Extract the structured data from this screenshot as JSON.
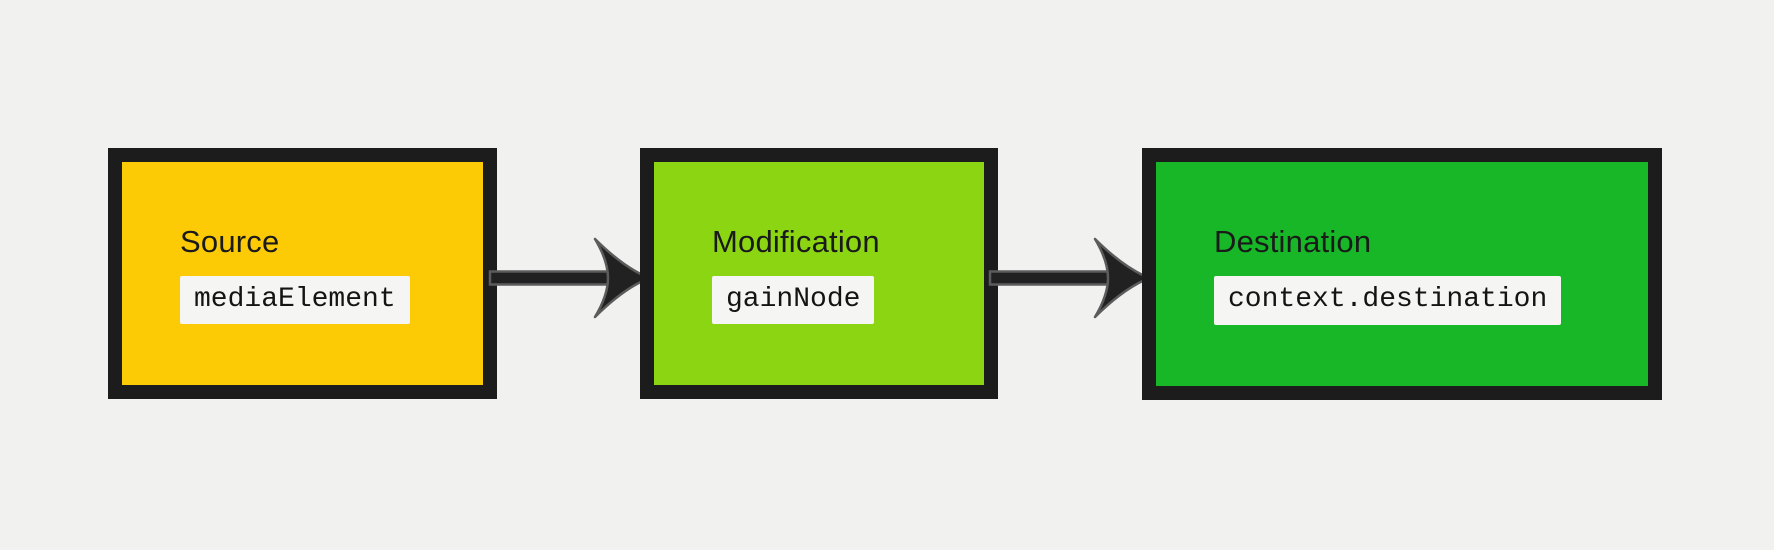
{
  "diagram": {
    "nodes": [
      {
        "label": "Source",
        "code": "mediaElement",
        "fill": "#FCCB05"
      },
      {
        "label": "Modification",
        "code": "gainNode",
        "fill": "#8BD513"
      },
      {
        "label": "Destination",
        "code": "context.destination",
        "fill": "#17B728"
      }
    ],
    "arrows": [
      {
        "from": "Source",
        "to": "Modification",
        "direction": "right"
      },
      {
        "from": "Modification",
        "to": "Destination",
        "direction": "right"
      }
    ]
  },
  "colors": {
    "background": "#F1F1F0",
    "node_border": "#1C1C1C",
    "title_text": "#1A1A1A",
    "code_text": "#141414",
    "code_badge_bg": "#F5F5F3",
    "arrow_fill": "#212121",
    "arrow_outline": "#5C5C5C"
  }
}
